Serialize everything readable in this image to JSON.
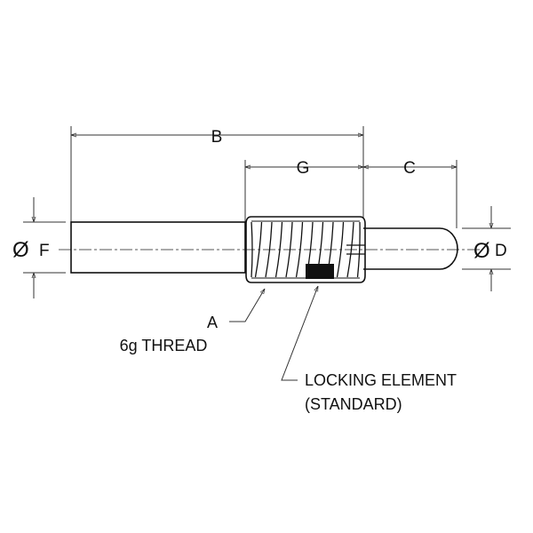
{
  "dimensions": {
    "overall_length": "B",
    "thread_length": "G",
    "plunger_extension": "C",
    "body_diameter": "F",
    "plunger_diameter": "D",
    "diameter_symbol": "Ø"
  },
  "callouts": {
    "thread_id": "A",
    "thread_class": "6g THREAD",
    "locking_line1": "LOCKING ELEMENT",
    "locking_line2": "(STANDARD)"
  }
}
